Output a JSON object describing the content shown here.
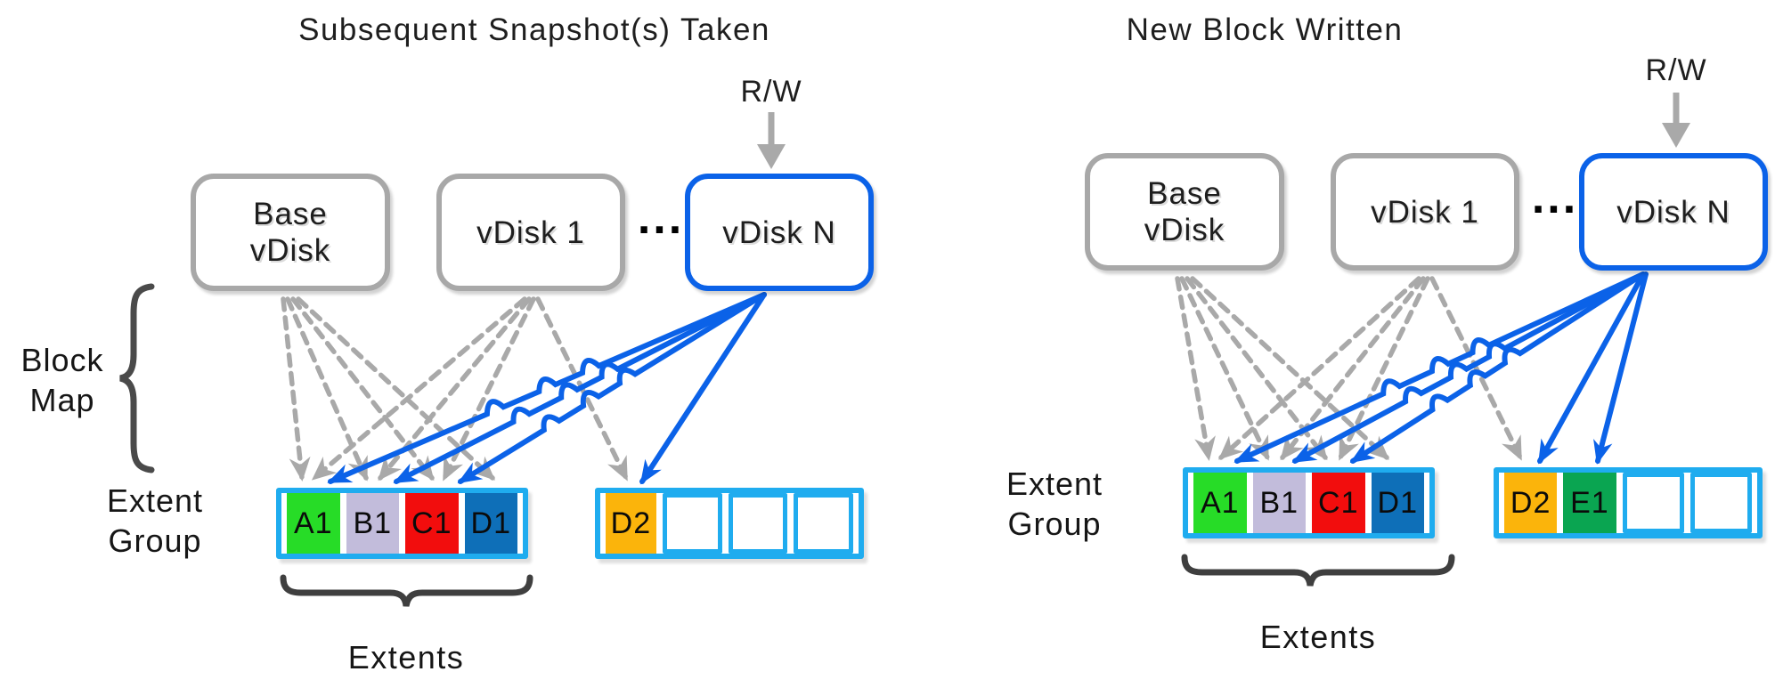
{
  "colors": {
    "accent_blue": "#0b62e8",
    "cyan_border": "#1facef",
    "arrow_gray": "#a9a9a9",
    "box_border_gray": "#a8a8a8",
    "brace_dark": "#434343",
    "text": "#1e1e1e",
    "cell_green": "#27dc27",
    "cell_lavender": "#c2bcdb",
    "cell_red": "#f20d0d",
    "cell_blue": "#0e6fb8",
    "cell_amber": "#fbb40b",
    "cell_emerald": "#0aa551"
  },
  "panels": [
    {
      "title": "Subsequent Snapshot(s) Taken",
      "rw_label": "R/W",
      "dots": "...",
      "vdisks": [
        {
          "lines": [
            "Base",
            "vDisk"
          ]
        },
        {
          "lines": [
            "vDisk 1"
          ]
        },
        {
          "lines": [
            "vDisk N"
          ],
          "highlighted": true
        }
      ],
      "labels": {
        "block_map": [
          "Block",
          "Map"
        ],
        "extent_group": [
          "Extent",
          "Group"
        ],
        "extents": "Extents"
      },
      "extent_groups": [
        {
          "cells": [
            {
              "label": "A1",
              "color": "#27dc27"
            },
            {
              "label": "B1",
              "color": "#c2bcdb"
            },
            {
              "label": "C1",
              "color": "#f20d0d"
            },
            {
              "label": "D1",
              "color": "#0e6fb8"
            }
          ]
        },
        {
          "cells": [
            {
              "label": "D2",
              "color": "#fbb40b"
            },
            {
              "label": "",
              "color": ""
            },
            {
              "label": "",
              "color": ""
            },
            {
              "label": "",
              "color": ""
            }
          ]
        }
      ],
      "block_map": {
        "Base vDisk": [
          "A1",
          "B1",
          "C1",
          "D1"
        ],
        "vDisk 1": [
          "A1",
          "B1",
          "C1",
          "D2"
        ],
        "vDisk N": [
          "A1",
          "B1",
          "C1",
          "D2"
        ]
      }
    },
    {
      "title": "New Block Written",
      "rw_label": "R/W",
      "dots": "...",
      "vdisks": [
        {
          "lines": [
            "Base",
            "vDisk"
          ]
        },
        {
          "lines": [
            "vDisk 1"
          ]
        },
        {
          "lines": [
            "vDisk N"
          ],
          "highlighted": true
        }
      ],
      "labels": {
        "extent_group": [
          "Extent",
          "Group"
        ],
        "extents": "Extents"
      },
      "extent_groups": [
        {
          "cells": [
            {
              "label": "A1",
              "color": "#27dc27"
            },
            {
              "label": "B1",
              "color": "#c2bcdb"
            },
            {
              "label": "C1",
              "color": "#f20d0d"
            },
            {
              "label": "D1",
              "color": "#0e6fb8"
            }
          ]
        },
        {
          "cells": [
            {
              "label": "D2",
              "color": "#fbb40b"
            },
            {
              "label": "E1",
              "color": "#0aa551"
            },
            {
              "label": "",
              "color": ""
            },
            {
              "label": "",
              "color": ""
            }
          ]
        }
      ],
      "block_map": {
        "Base vDisk": [
          "A1",
          "B1",
          "C1",
          "D1"
        ],
        "vDisk 1": [
          "A1",
          "B1",
          "C1",
          "D2"
        ],
        "vDisk N": [
          "A1",
          "B1",
          "C1",
          "D2",
          "E1"
        ]
      }
    }
  ]
}
